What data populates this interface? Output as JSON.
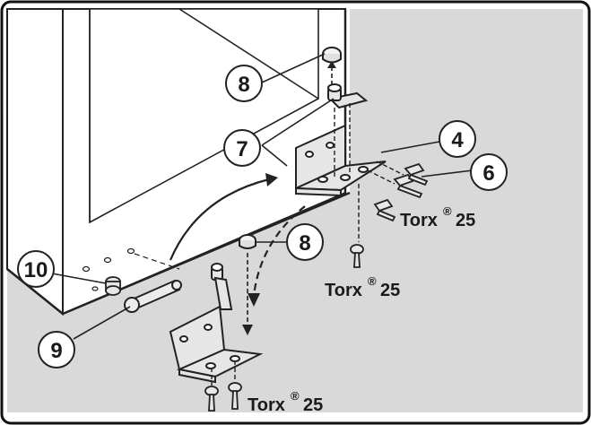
{
  "callouts": [
    {
      "id": "c8a",
      "number": "8"
    },
    {
      "id": "c7",
      "number": "7"
    },
    {
      "id": "c4",
      "number": "4"
    },
    {
      "id": "c6",
      "number": "6"
    },
    {
      "id": "c8b",
      "number": "8"
    },
    {
      "id": "c10",
      "number": "10"
    },
    {
      "id": "c9",
      "number": "9"
    }
  ],
  "screw_labels": [
    {
      "id": "t1",
      "text": "Torx",
      "reg": "®",
      "size": "25"
    },
    {
      "id": "t2",
      "text": "Torx",
      "reg": "®",
      "size": "25"
    },
    {
      "id": "t3",
      "text": "Torx",
      "reg": "®",
      "size": "25"
    }
  ],
  "colors": {
    "frame": "#111111",
    "panel": "#d9d9d9",
    "cabinet": "#ffffff",
    "metal": "#e6e6e6",
    "line": "#222222"
  }
}
